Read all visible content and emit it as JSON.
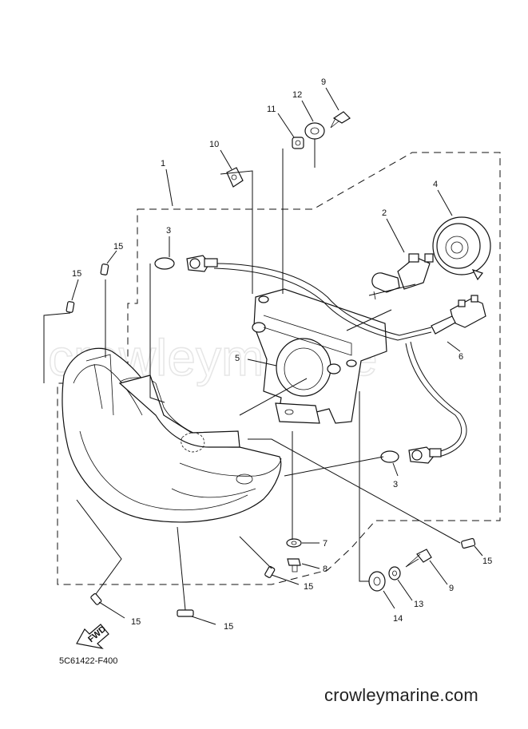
{
  "watermark": "crowleymarine",
  "drawing_code": "5C61422-F400",
  "site_url": "crowleymarine.com",
  "fwd_label": "FWD",
  "callouts": {
    "p1": "1",
    "p2": "2",
    "p3a": "3",
    "p3b": "3",
    "p4": "4",
    "p5": "5",
    "p6": "6",
    "p7": "7",
    "p8": "8",
    "p9a": "9",
    "p9b": "9",
    "p10": "10",
    "p11": "11",
    "p12": "12",
    "p13": "13",
    "p14": "14",
    "p15a": "15",
    "p15b": "15",
    "p15c": "15",
    "p15d": "15",
    "p15e": "15",
    "p15f": "15"
  }
}
